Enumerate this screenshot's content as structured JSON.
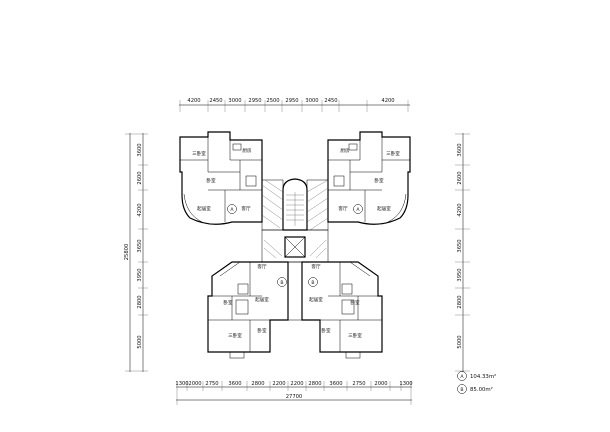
{
  "dimensions": {
    "top": [
      "4200",
      "2450",
      "3000",
      "2950",
      "2500",
      "2950",
      "3000",
      "2450",
      "4200"
    ],
    "bottom": [
      "1300",
      "2000",
      "2750",
      "3600",
      "2800",
      "2200",
      "2200",
      "2800",
      "3600",
      "2750",
      "2000",
      "1300"
    ],
    "bottom_total": "27700",
    "left": [
      "3600",
      "2600",
      "4200",
      "3650",
      "3950",
      "2800",
      "5000"
    ],
    "left_total": "25800",
    "right": [
      "3600",
      "2600",
      "4200",
      "3650",
      "3950",
      "2800",
      "5000"
    ]
  },
  "rooms": {
    "three_bedroom": "三卧室",
    "bedroom": "卧室",
    "kitchen": "厨房",
    "living": "客厅",
    "dining": "起居室",
    "unit_a": "A",
    "unit_b": "B"
  },
  "legend": {
    "a_mark": "A",
    "a_area": "104.33m²",
    "b_mark": "B",
    "b_area": "85.00m²"
  },
  "colors": {
    "line": "#000000",
    "background": "#ffffff"
  }
}
